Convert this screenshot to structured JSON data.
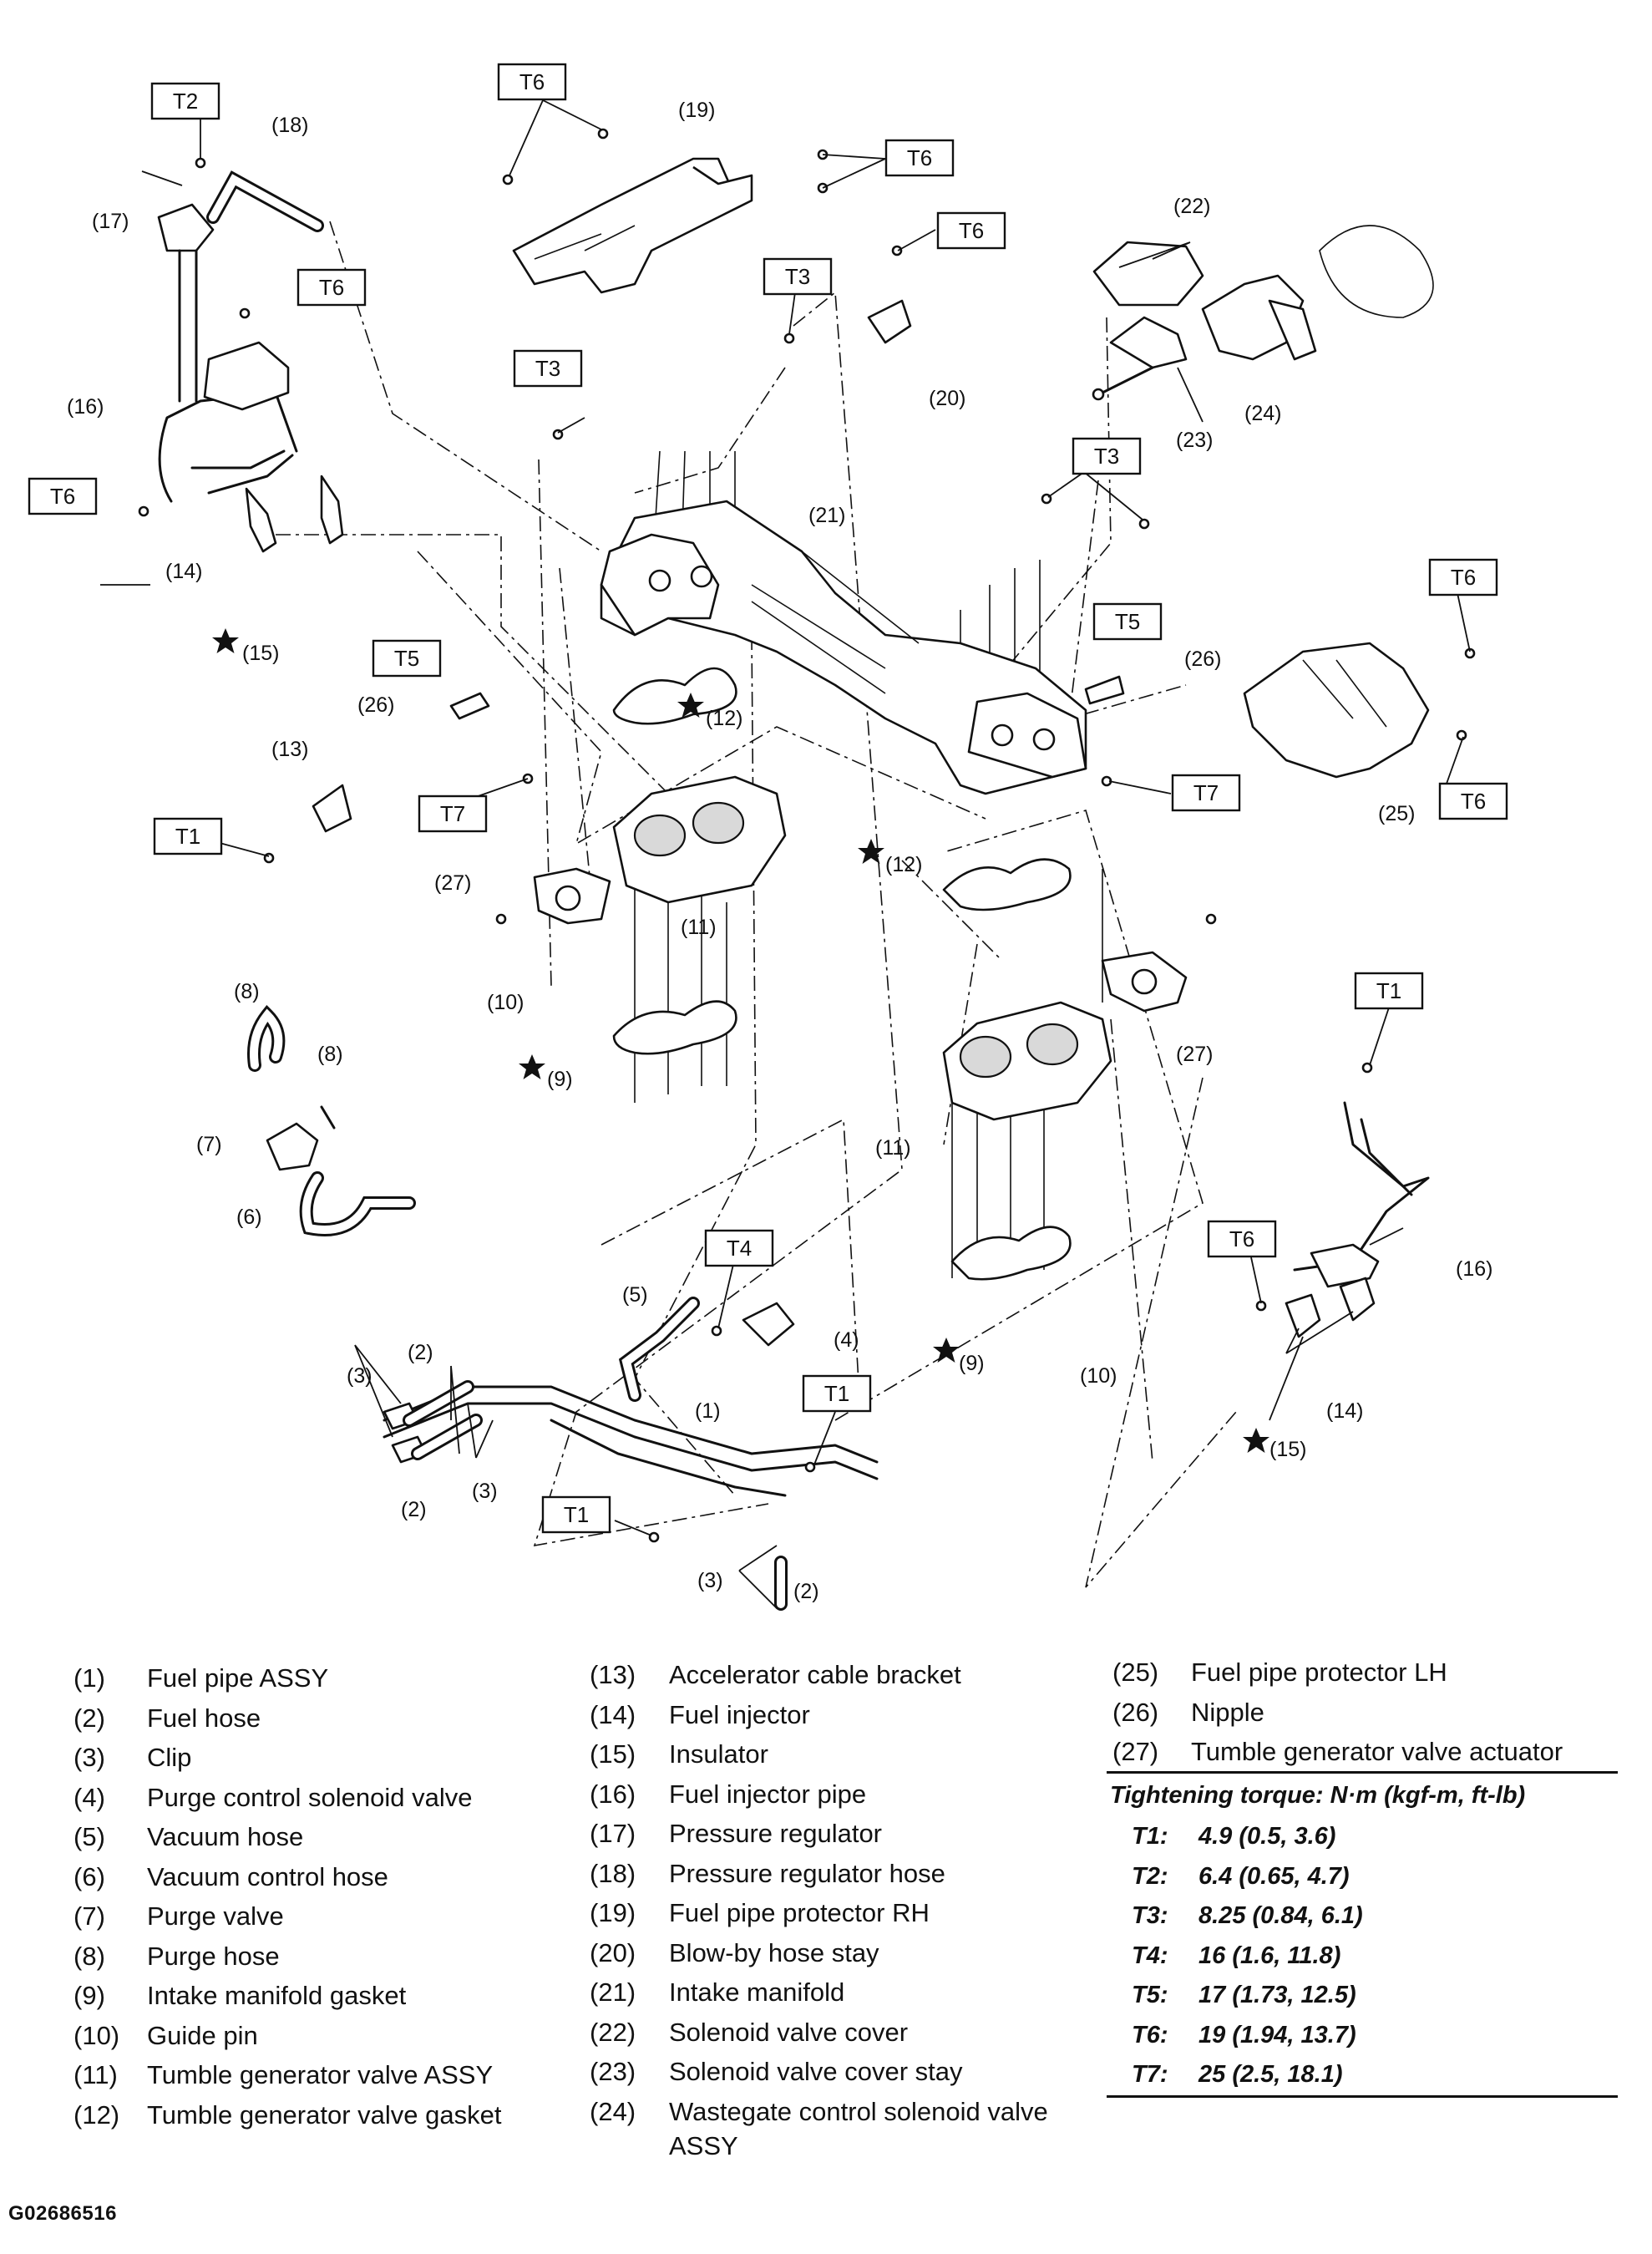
{
  "figure_id": "G02686516",
  "torque_tags": [
    "T1",
    "T2",
    "T3",
    "T4",
    "T5",
    "T6",
    "T7"
  ],
  "callouts": [
    "(1)",
    "(2)",
    "(3)",
    "(4)",
    "(5)",
    "(6)",
    "(7)",
    "(8)",
    "(9)",
    "(10)",
    "(11)",
    "(12)",
    "(13)",
    "(14)",
    "(15)",
    "(16)",
    "(17)",
    "(18)",
    "(19)",
    "(20)",
    "(21)",
    "(22)",
    "(23)",
    "(24)",
    "(25)",
    "(26)",
    "(27)"
  ],
  "legend": {
    "col1": [
      {
        "num": "(1)",
        "label": "Fuel pipe ASSY"
      },
      {
        "num": "(2)",
        "label": "Fuel hose"
      },
      {
        "num": "(3)",
        "label": "Clip"
      },
      {
        "num": "(4)",
        "label": "Purge control solenoid valve"
      },
      {
        "num": "(5)",
        "label": "Vacuum hose"
      },
      {
        "num": "(6)",
        "label": "Vacuum control hose"
      },
      {
        "num": "(7)",
        "label": "Purge valve"
      },
      {
        "num": "(8)",
        "label": "Purge hose"
      },
      {
        "num": "(9)",
        "label": "Intake manifold gasket"
      },
      {
        "num": "(10)",
        "label": "Guide pin"
      },
      {
        "num": "(11)",
        "label": "Tumble generator valve ASSY"
      },
      {
        "num": "(12)",
        "label": "Tumble generator valve gasket"
      }
    ],
    "col2": [
      {
        "num": "(13)",
        "label": "Accelerator cable bracket"
      },
      {
        "num": "(14)",
        "label": "Fuel injector"
      },
      {
        "num": "(15)",
        "label": "Insulator"
      },
      {
        "num": "(16)",
        "label": "Fuel injector pipe"
      },
      {
        "num": "(17)",
        "label": "Pressure regulator"
      },
      {
        "num": "(18)",
        "label": "Pressure regulator hose"
      },
      {
        "num": "(19)",
        "label": "Fuel pipe protector RH"
      },
      {
        "num": "(20)",
        "label": "Blow-by hose stay"
      },
      {
        "num": "(21)",
        "label": "Intake manifold"
      },
      {
        "num": "(22)",
        "label": "Solenoid valve cover"
      },
      {
        "num": "(23)",
        "label": "Solenoid valve cover stay"
      },
      {
        "num": "(24)",
        "label": "Wastegate control solenoid valve"
      }
    ],
    "col2_extra": "ASSY",
    "col3": [
      {
        "num": "(25)",
        "label": "Fuel pipe protector LH"
      },
      {
        "num": "(26)",
        "label": "Nipple"
      },
      {
        "num": "(27)",
        "label": "Tumble generator valve actuator"
      }
    ]
  },
  "torque": {
    "heading": "Tightening torque: N·m (kgf-m, ft-lb)",
    "rows": [
      {
        "code": "T1:",
        "value": "4.9 (0.5, 3.6)"
      },
      {
        "code": "T2:",
        "value": "6.4 (0.65, 4.7)"
      },
      {
        "code": "T3:",
        "value": "8.25 (0.84, 6.1)"
      },
      {
        "code": "T4:",
        "value": "16 (1.6, 11.8)"
      },
      {
        "code": "T5:",
        "value": "17 (1.73, 12.5)"
      },
      {
        "code": "T6:",
        "value": "19 (1.94, 13.7)"
      },
      {
        "code": "T7:",
        "value": "25 (2.5, 18.1)"
      }
    ]
  }
}
